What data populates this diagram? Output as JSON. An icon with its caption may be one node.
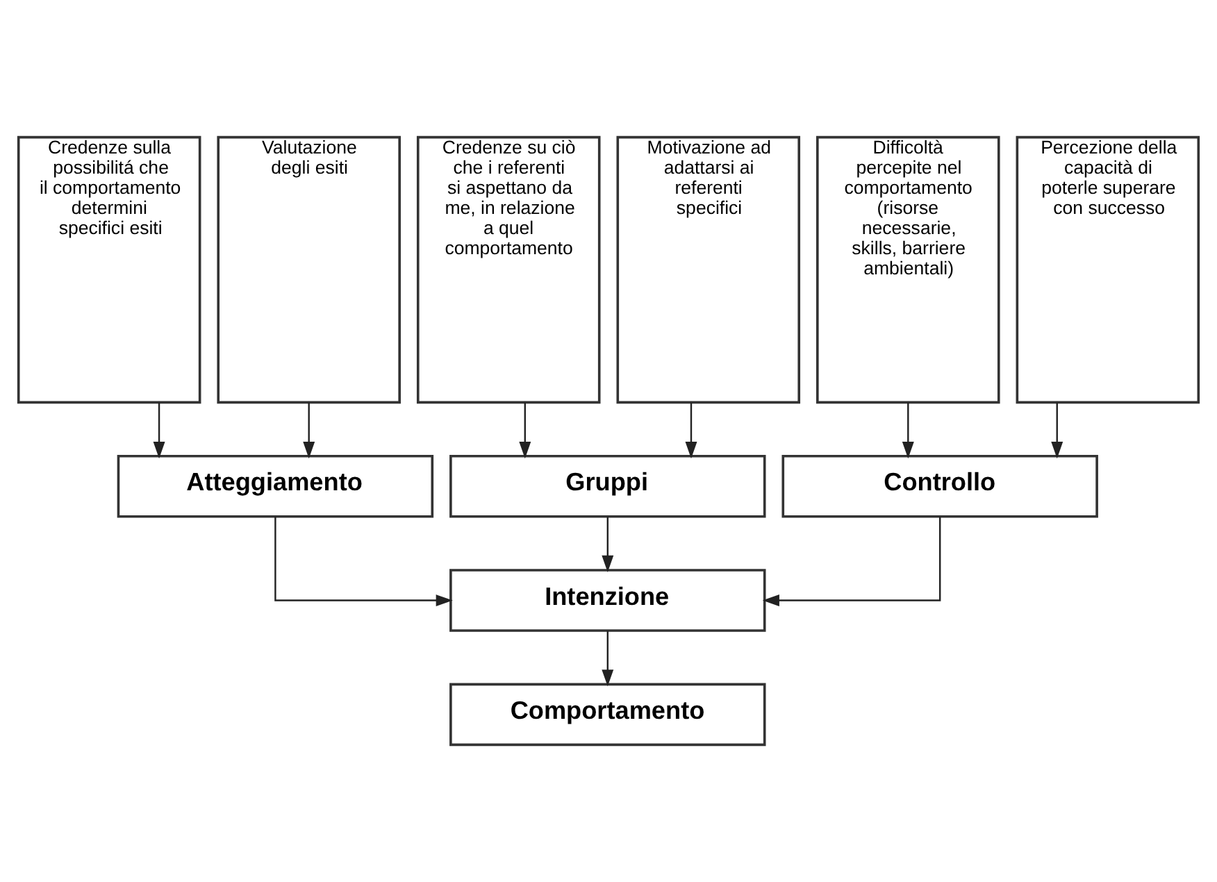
{
  "diagram": {
    "nodes": [
      {
        "text": [
          "Credenze sulla possibilitá che il comportamento determini specifici esiti"
        ]
      },
      {
        "text": [
          "Valutazione degli esiti"
        ]
      },
      {
        "text": [
          "Credenze su ciò che i referenti si aspettano da me, in relazione a quel comportamento"
        ]
      },
      {
        "text": [
          "Motivazione ad adattarsi ai referenti specifici"
        ]
      },
      {
        "text": [
          "Difficoltà percepite nel comportamento (risorse necessarie, skills, barriere ambientali)"
        ]
      },
      {
        "text": [
          "Percezione della capacità di poterle superare con successo"
        ]
      },
      {
        "text": [
          "Atteggiamento"
        ]
      },
      {
        "text": [
          "Gruppi"
        ]
      },
      {
        "text": [
          "Controllo"
        ]
      },
      {
        "text": [
          "Intenzione"
        ]
      },
      {
        "text": [
          "Comportamento"
        ]
      }
    ],
    "edges": [
      {
        "from": 0,
        "to": 6,
        "arrow": "to"
      },
      {
        "from": 1,
        "to": 6,
        "arrow": "to"
      },
      {
        "from": 2,
        "to": 7,
        "arrow": "to"
      },
      {
        "from": 3,
        "to": 7,
        "arrow": "to"
      },
      {
        "from": 4,
        "to": 8,
        "arrow": "to"
      },
      {
        "from": 5,
        "to": 8,
        "arrow": "to"
      },
      {
        "from": 6,
        "to": 9,
        "arrow": "to"
      },
      {
        "from": 7,
        "to": 9,
        "arrow": "to"
      },
      {
        "from": 8,
        "to": 9,
        "arrow": "to"
      },
      {
        "from": 9,
        "to": 10,
        "arrow": "to"
      }
    ]
  }
}
